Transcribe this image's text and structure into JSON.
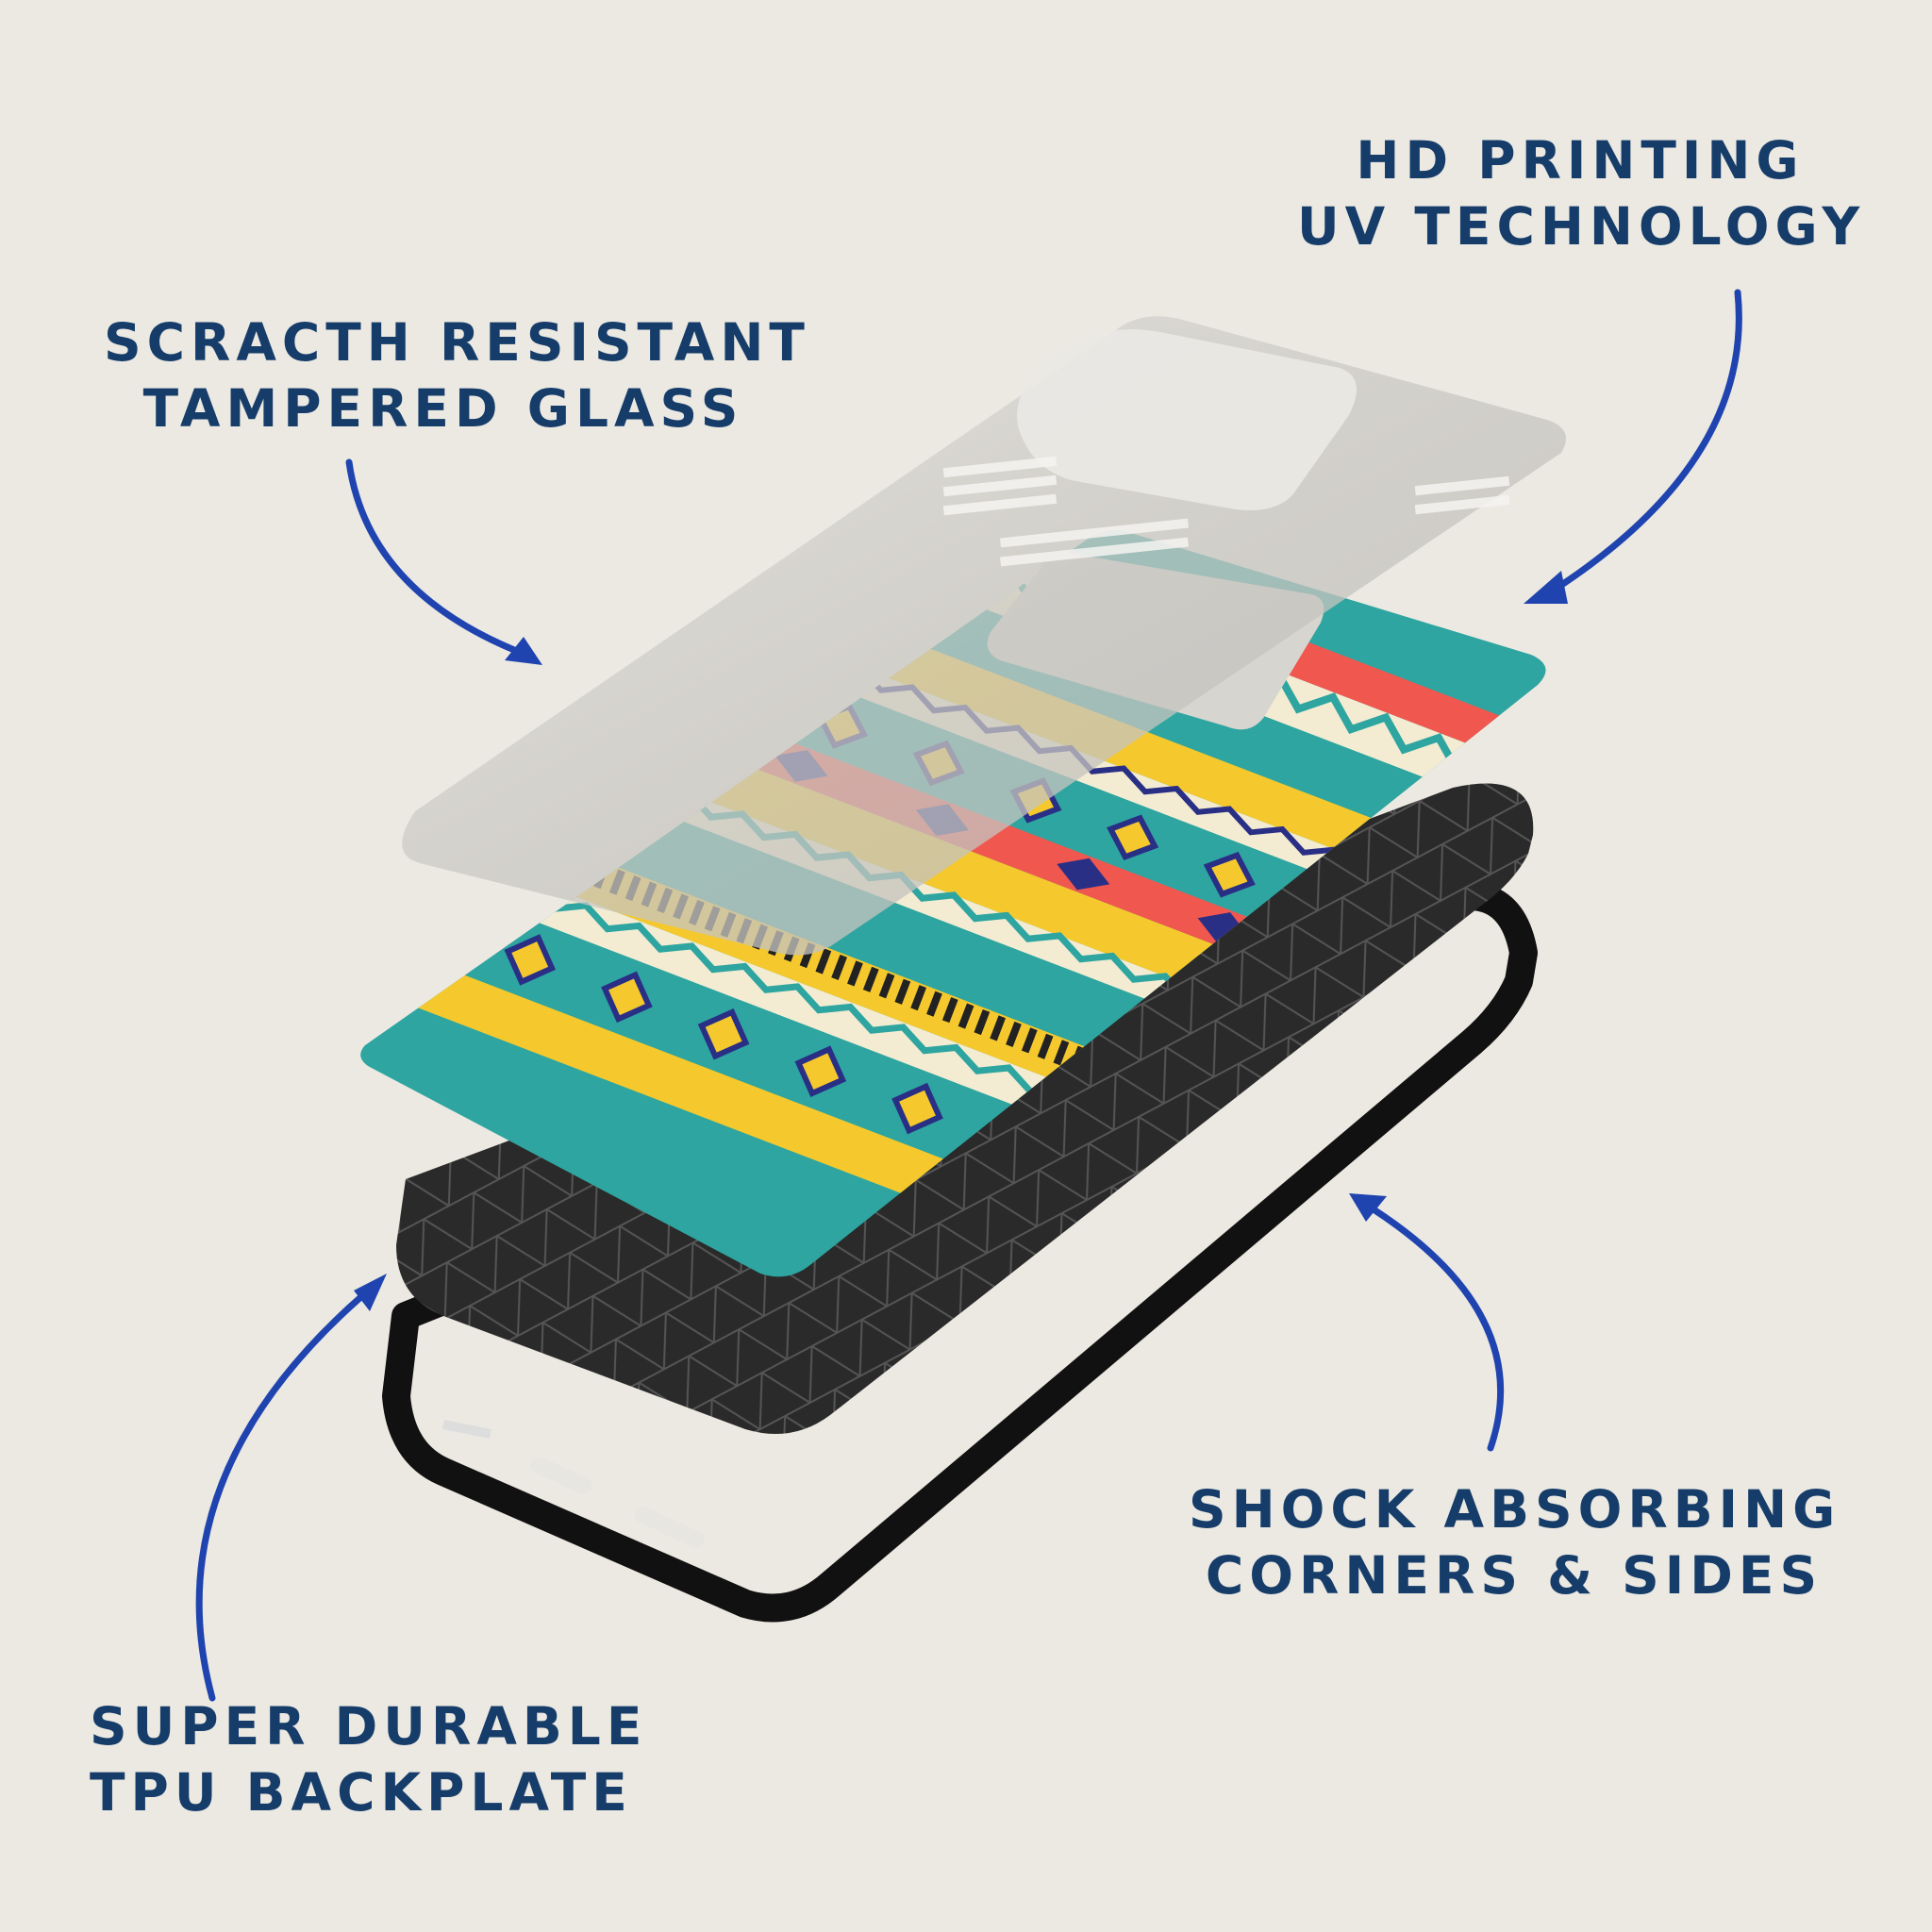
{
  "callouts": {
    "hd_printing": {
      "line1": "HD PRINTING",
      "line2": "UV TECHNOLOGY"
    },
    "glass": {
      "line1": "SCRACTH RESISTANT",
      "line2": "TAMPERED GLASS"
    },
    "shock": {
      "line1": "SHOCK ABSORBING",
      "line2": "CORNERS & SIDES"
    },
    "backplate": {
      "line1": "SUPER DURABLE",
      "line2": "TPU BACKPLATE"
    }
  },
  "colors": {
    "background": "#ece9e2",
    "text": "#163d6a",
    "arrow": "#1f44b0",
    "teal": "#2ea5a0",
    "yellow": "#f5c92d",
    "coral": "#f0574f",
    "navy": "#2a2f86",
    "cream": "#f3ecd2",
    "black": "#1d1d1d"
  },
  "icons": [
    "arrow-icon"
  ]
}
